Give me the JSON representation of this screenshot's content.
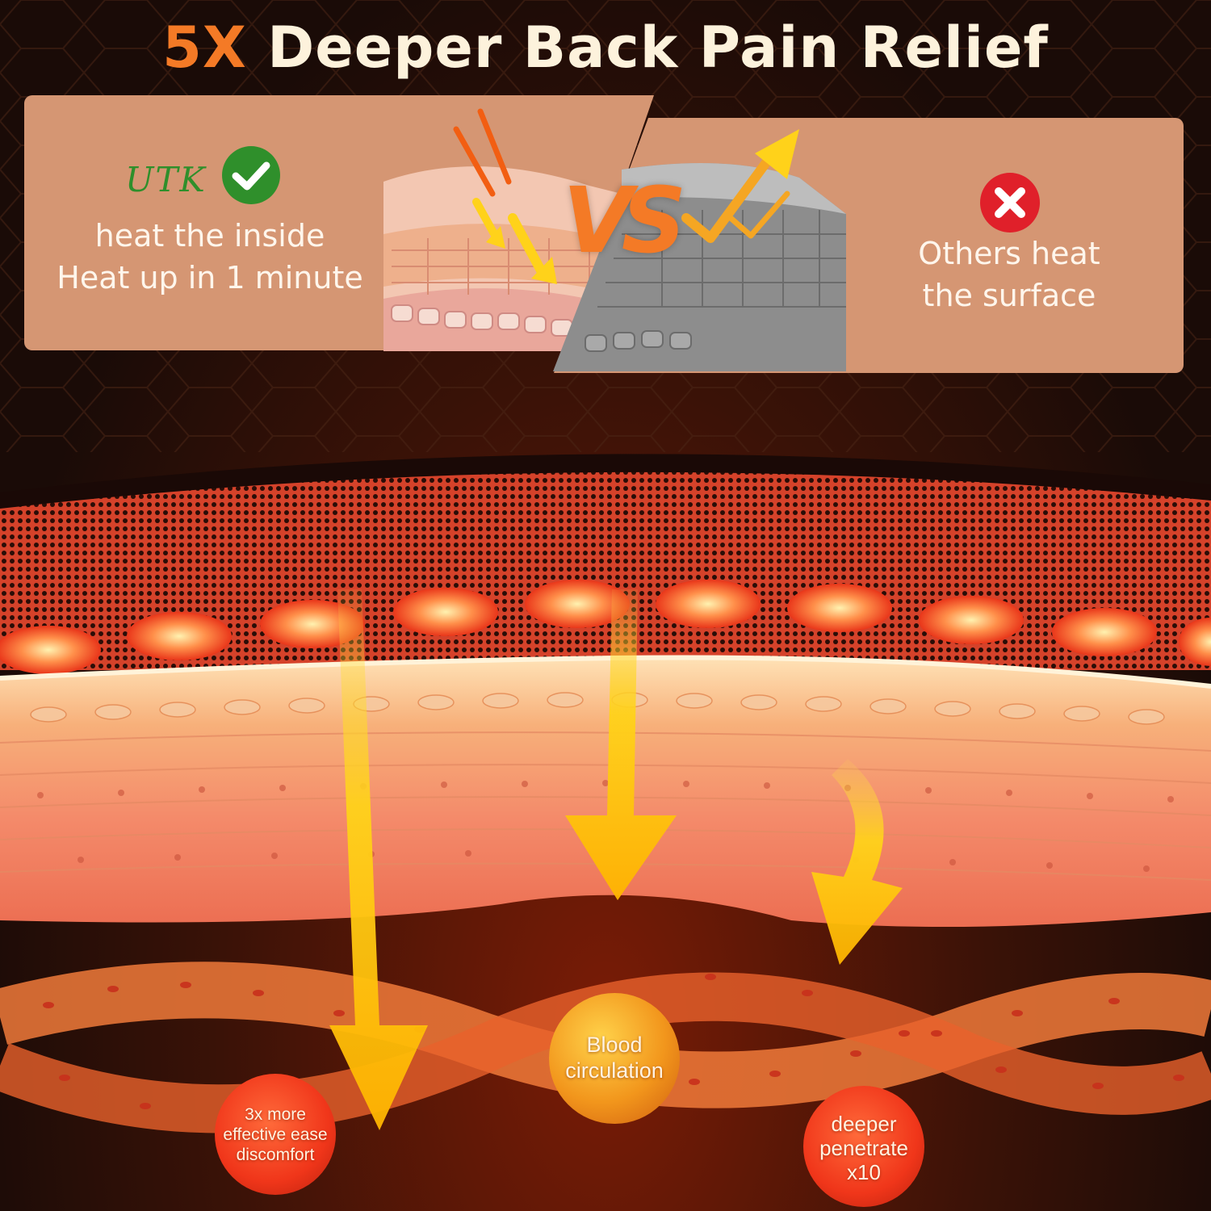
{
  "headline": {
    "accent": "5X",
    "rest": " Deeper Back Pain Relief"
  },
  "comparison": {
    "left": {
      "brand": "UTK",
      "line1": "heat the inside",
      "line2": "Heat up in 1 minute"
    },
    "vs": "VS",
    "right": {
      "line1": "Others heat",
      "line2": "the surface"
    }
  },
  "bubbles": {
    "blood": {
      "line1": "Blood",
      "line2": "circulation"
    },
    "ease": {
      "line1": "3x more",
      "line2": "effective ease",
      "line3": "discomfort"
    },
    "deep": {
      "line1": "deeper",
      "line2": "penetrate",
      "line3": "x10"
    }
  },
  "colors": {
    "accent": "#f47a26",
    "headline_text": "#fdf2dc",
    "card": "#d59673",
    "check_green": "#2f8f2b",
    "cross_red": "#e0202a",
    "heat_arrow": "#ffd21a"
  }
}
